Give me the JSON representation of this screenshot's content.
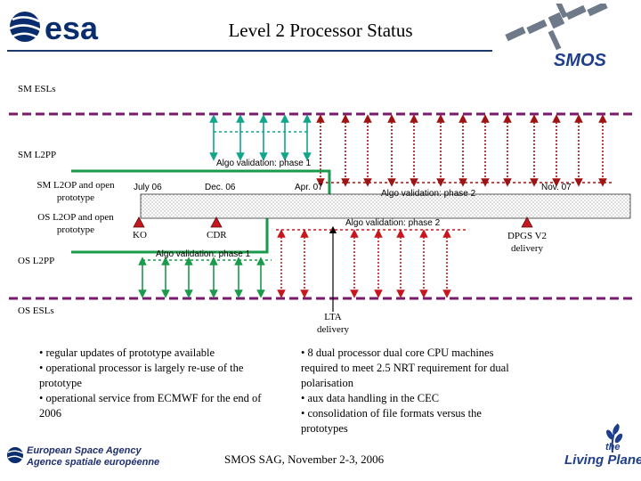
{
  "header": {
    "title": "Level 2 Processor Status",
    "esa_logo_text": "esa",
    "smos_logo_text": "SMOS"
  },
  "rows": {
    "sm_esls": "SM ESLs",
    "sm_l2pp": "SM L2PP",
    "sm_l2op": "SM L2OP and open prototype",
    "os_l2op": "OS L2OP and open prototype",
    "os_l2pp": "OS L2PP",
    "os_esls": "OS ESLs"
  },
  "timeline": {
    "sm_algo_phase1": "Algo validation: phase 1",
    "sm_algo_phase2": "Algo validation: phase 2",
    "os_algo_phase1": "Algo validation: phase 1",
    "os_algo_phase2": "Algo validation: phase 2",
    "july06": "July 06",
    "dec06": "Dec. 06",
    "apr07": "Apr. 07",
    "nov07": "Nov. 07",
    "ko": "KO",
    "cdr": "CDR",
    "dpgs": "DPGS V2 delivery",
    "lta": "LTA delivery"
  },
  "notes": {
    "left": [
      "• regular updates of prototype available",
      "• operational processor is largely re-use of the prototype",
      "• operational service from ECMWF for the end of 2006"
    ],
    "right": [
      "• 8 dual processor dual core CPU machines required to meet 2.5 NRT requirement for dual polarisation",
      "• aux data handling in the CEC",
      "• consolidation of file formats versus the prototypes"
    ]
  },
  "footer": {
    "text": "SMOS SAG, November 2-3, 2006",
    "agency_en": "European Space Agency",
    "agency_fr": "Agence spatiale européenne",
    "living_planet_the": "the",
    "living_planet": "Living Planet"
  },
  "colors": {
    "green": "#1a9a4a",
    "red": "#c8161e",
    "teal": "#11a58c",
    "darkred": "#9e1414",
    "purple": "#7a1a6e",
    "navy": "#1b3a6b"
  }
}
